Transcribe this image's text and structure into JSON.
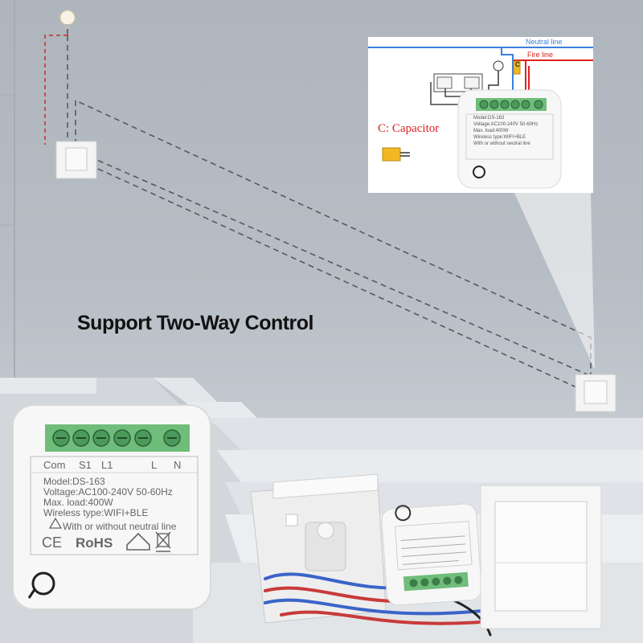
{
  "headline": "Support Two-Way Control",
  "inset": {
    "neutral_line": "Neutral line",
    "fire_line": "Fire line",
    "capacitor_label": "C: Capacitor",
    "capacitor_marker": "C"
  },
  "module": {
    "terminals": [
      "Com",
      "S1",
      "L1",
      "L",
      "N"
    ],
    "model": "Model:DS-163",
    "voltage": "Voltage:AC100-240V  50-60Hz",
    "max_load": "Max. load:400W",
    "wireless": "Wireless type:WIFI+BLE",
    "neutral_note": "With or without neutral line",
    "cert_ce": "CE",
    "cert_rohs": "RoHS"
  },
  "colors": {
    "terminal_green": "#6fbd7a",
    "neutral_blue": "#3a7fd8",
    "fire_red": "#e02020",
    "dashed_wire": "#555a60",
    "capacitor_yellow": "#f2b824"
  }
}
